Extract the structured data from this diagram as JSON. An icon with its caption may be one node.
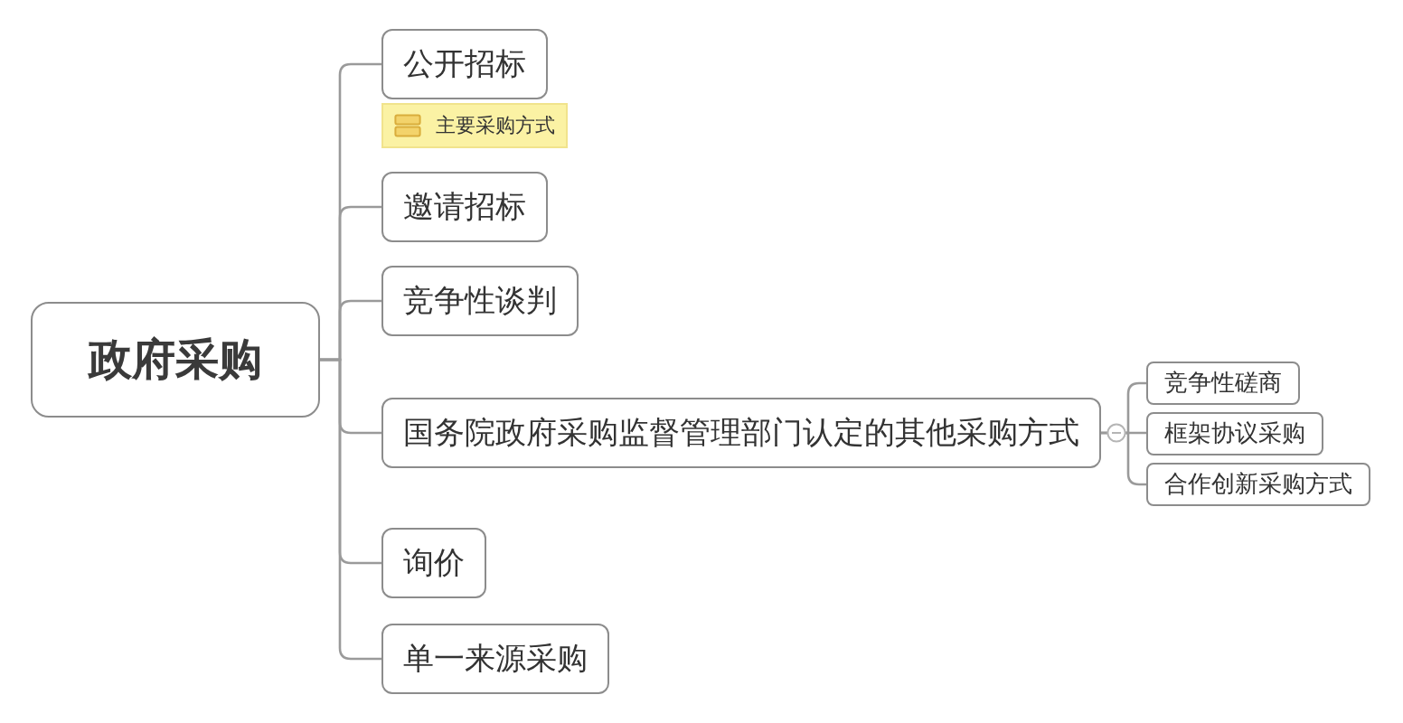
{
  "diagram": {
    "nodes": [
      {
        "text": [
          "政府采购"
        ]
      },
      {
        "text": [
          "公开招标"
        ],
        "beside": [
          "主要采购方式"
        ]
      },
      {
        "text": [
          "邀请招标"
        ]
      },
      {
        "text": [
          "竞争性谈判"
        ]
      },
      {
        "text": [
          "国务院政府采购监督管理部门认定的其他采购方式"
        ]
      },
      {
        "text": [
          "竞争性磋商"
        ]
      },
      {
        "text": [
          "框架协议采购"
        ]
      },
      {
        "text": [
          "合作创新采购方式"
        ]
      },
      {
        "text": [
          "询价"
        ]
      },
      {
        "text": [
          "单一来源采购"
        ]
      }
    ],
    "edges": [
      {
        "from": 0,
        "to": 1,
        "arrow": "none"
      },
      {
        "from": 0,
        "to": 2,
        "arrow": "none"
      },
      {
        "from": 0,
        "to": 3,
        "arrow": "none"
      },
      {
        "from": 0,
        "to": 4,
        "arrow": "none"
      },
      {
        "from": 4,
        "to": 5,
        "arrow": "none"
      },
      {
        "from": 4,
        "to": 6,
        "arrow": "none"
      },
      {
        "from": 4,
        "to": 7,
        "arrow": "none"
      },
      {
        "from": 0,
        "to": 8,
        "arrow": "none"
      },
      {
        "from": 0,
        "to": 9,
        "arrow": "none"
      }
    ]
  }
}
